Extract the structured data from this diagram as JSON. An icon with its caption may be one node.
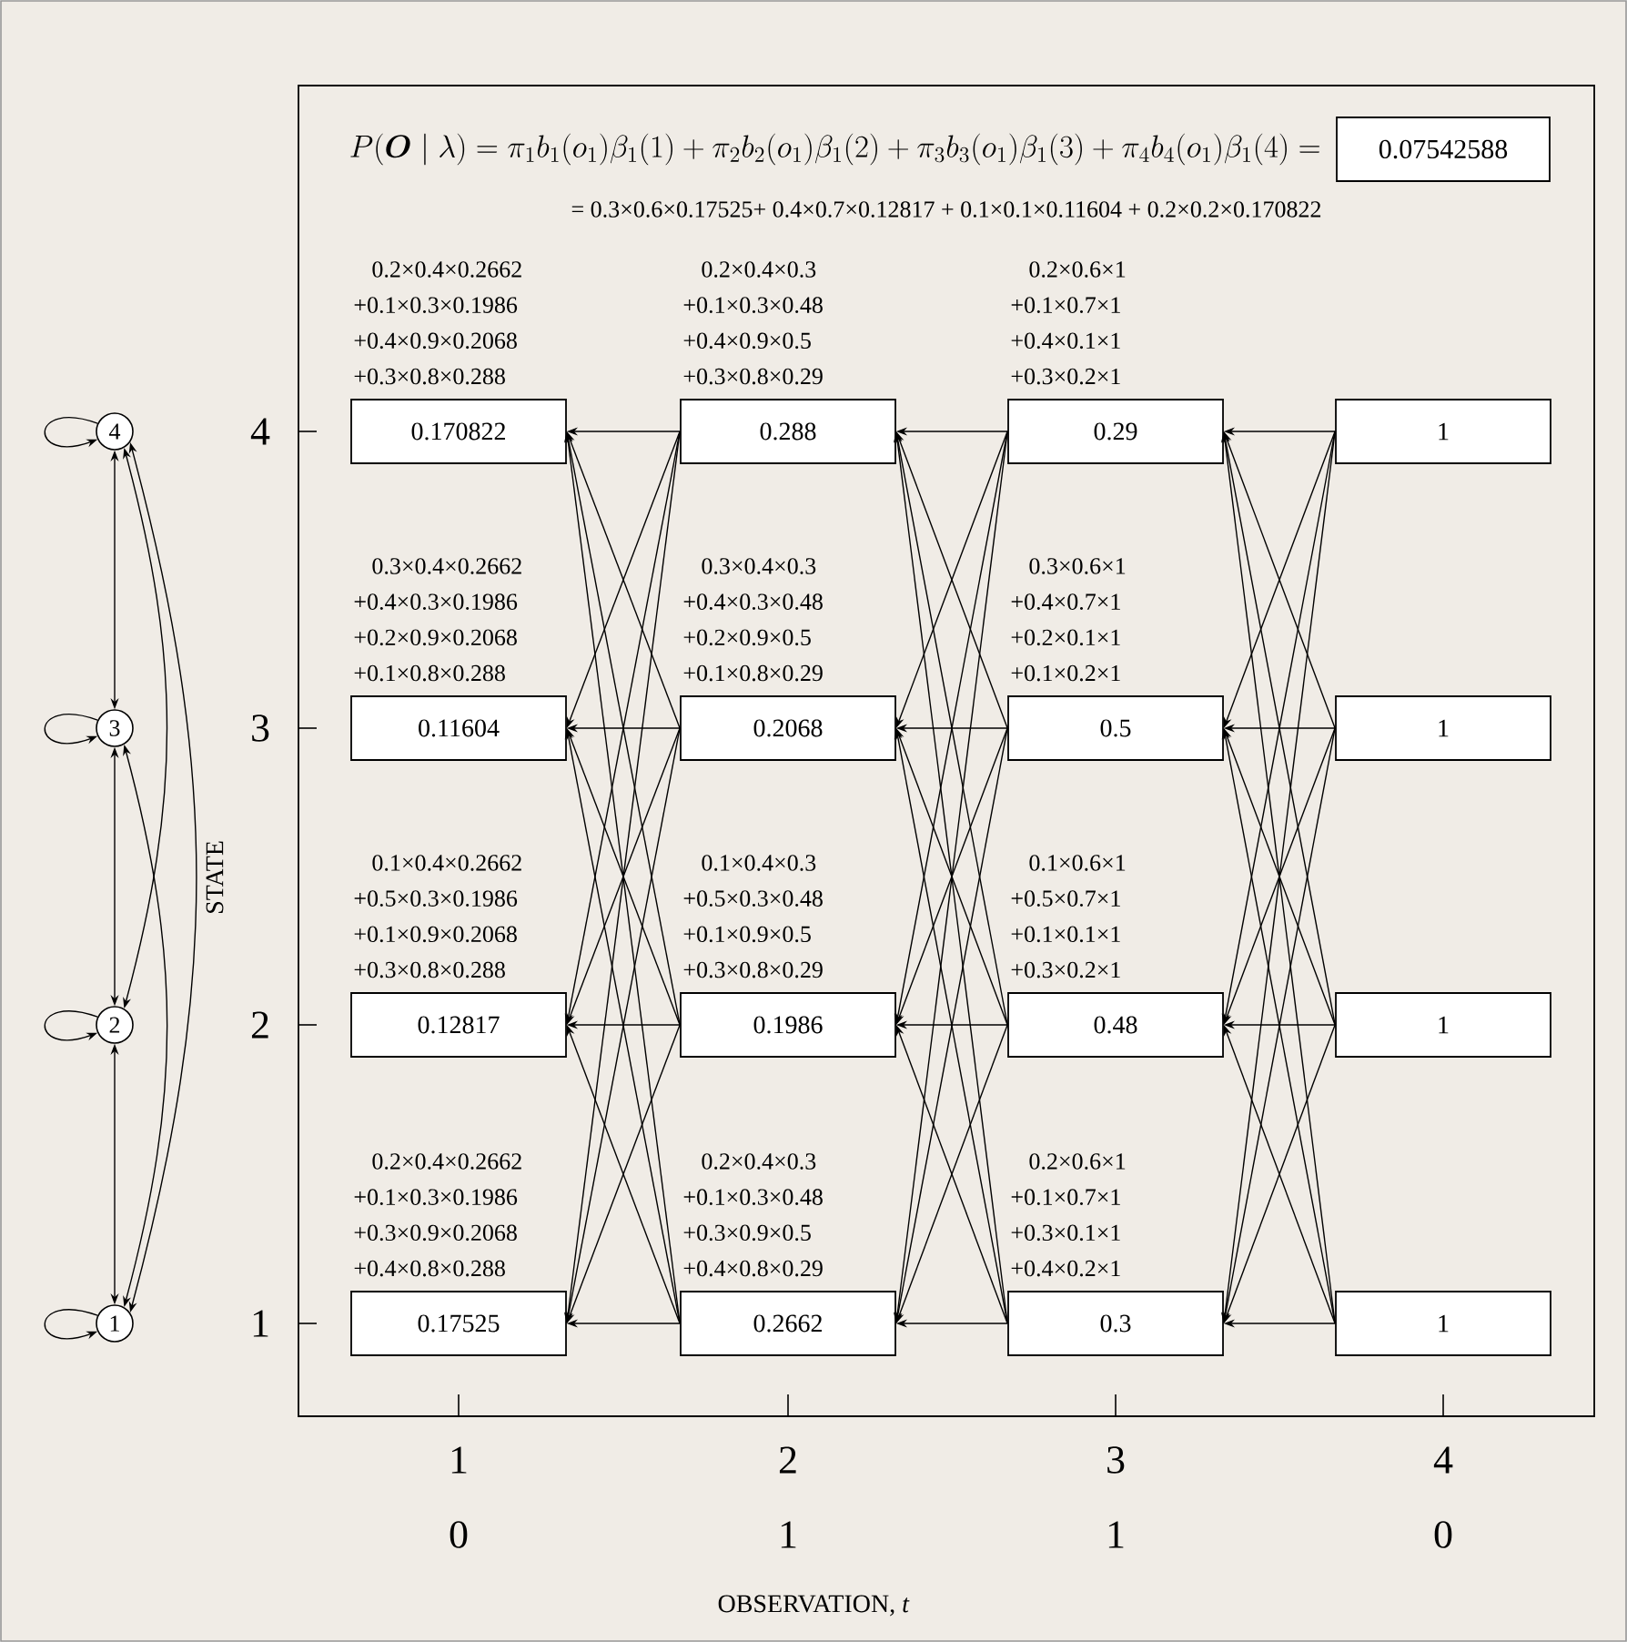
{
  "diagram": {
    "nodes": [
      {
        "text": [
          "4"
        ]
      },
      {
        "text": [
          "3"
        ]
      },
      {
        "text": [
          "2"
        ]
      },
      {
        "text": [
          "1"
        ]
      },
      {
        "text": [
          "0.07542588"
        ]
      },
      {
        "text": [
          "0.170822"
        ],
        "beside": [
          "0.2×0.4×0.2662",
          "+0.1×0.3×0.1986",
          "+0.4×0.9×0.2068",
          "+0.3×0.8×0.288"
        ]
      },
      {
        "text": [
          "0.288"
        ],
        "beside": [
          "0.2×0.4×0.3",
          "+0.1×0.3×0.48",
          "+0.4×0.9×0.5",
          "+0.3×0.8×0.29"
        ]
      },
      {
        "text": [
          "0.29"
        ],
        "beside": [
          "0.2×0.6×1",
          "+0.1×0.7×1",
          "+0.4×0.1×1",
          "+0.3×0.2×1"
        ]
      },
      {
        "text": [
          "1"
        ]
      },
      {
        "text": [
          "0.11604"
        ],
        "beside": [
          "0.3×0.4×0.2662",
          "+0.4×0.3×0.1986",
          "+0.2×0.9×0.2068",
          "+0.1×0.8×0.288"
        ]
      },
      {
        "text": [
          "0.2068"
        ],
        "beside": [
          "0.3×0.4×0.3",
          "+0.4×0.3×0.48",
          "+0.2×0.9×0.5",
          "+0.1×0.8×0.29"
        ]
      },
      {
        "text": [
          "0.5"
        ],
        "beside": [
          "0.3×0.6×1",
          "+0.4×0.7×1",
          "+0.2×0.1×1",
          "+0.1×0.2×1"
        ]
      },
      {
        "text": [
          "1"
        ]
      },
      {
        "text": [
          "0.12817"
        ],
        "beside": [
          "0.1×0.4×0.2662",
          "+0.5×0.3×0.1986",
          "+0.1×0.9×0.2068",
          "+0.3×0.8×0.288"
        ]
      },
      {
        "text": [
          "0.1986"
        ],
        "beside": [
          "0.1×0.4×0.3",
          "+0.5×0.3×0.48",
          "+0.1×0.9×0.5",
          "+0.3×0.8×0.29"
        ]
      },
      {
        "text": [
          "0.48"
        ],
        "beside": [
          "0.1×0.6×1",
          "+0.5×0.7×1",
          "+0.1×0.1×1",
          "+0.3×0.2×1"
        ]
      },
      {
        "text": [
          "1"
        ]
      },
      {
        "text": [
          "0.17525"
        ],
        "beside": [
          "0.2×0.4×0.2662",
          "+0.1×0.3×0.1986",
          "+0.3×0.9×0.2068",
          "+0.4×0.8×0.288"
        ]
      },
      {
        "text": [
          "0.2662"
        ],
        "beside": [
          "0.2×0.4×0.3",
          "+0.1×0.3×0.48",
          "+0.3×0.9×0.5",
          "+0.4×0.8×0.29"
        ]
      },
      {
        "text": [
          "0.3"
        ],
        "beside": [
          "0.2×0.6×1",
          "+0.1×0.7×1",
          "+0.3×0.1×1",
          "+0.4×0.2×1"
        ]
      },
      {
        "text": [
          "1"
        ]
      }
    ],
    "edges": [
      {
        "from": 0,
        "to": 0,
        "arrow": "to"
      },
      {
        "from": 1,
        "to": 1,
        "arrow": "to"
      },
      {
        "from": 2,
        "to": 2,
        "arrow": "to"
      },
      {
        "from": 3,
        "to": 3,
        "arrow": "to"
      },
      {
        "from": 0,
        "to": 1,
        "arrow": "both"
      },
      {
        "from": 1,
        "to": 2,
        "arrow": "both"
      },
      {
        "from": 2,
        "to": 3,
        "arrow": "both"
      },
      {
        "from": 0,
        "to": 2,
        "arrow": "both"
      },
      {
        "from": 1,
        "to": 3,
        "arrow": "both"
      },
      {
        "from": 0,
        "to": 3,
        "arrow": "both"
      },
      {
        "from": 6,
        "to": 5,
        "arrow": "to"
      },
      {
        "from": 6,
        "to": 9,
        "arrow": "to"
      },
      {
        "from": 6,
        "to": 13,
        "arrow": "to"
      },
      {
        "from": 6,
        "to": 17,
        "arrow": "to"
      },
      {
        "from": 10,
        "to": 5,
        "arrow": "to"
      },
      {
        "from": 10,
        "to": 9,
        "arrow": "to"
      },
      {
        "from": 10,
        "to": 13,
        "arrow": "to"
      },
      {
        "from": 10,
        "to": 17,
        "arrow": "to"
      },
      {
        "from": 14,
        "to": 5,
        "arrow": "to"
      },
      {
        "from": 14,
        "to": 9,
        "arrow": "to"
      },
      {
        "from": 14,
        "to": 13,
        "arrow": "to"
      },
      {
        "from": 14,
        "to": 17,
        "arrow": "to"
      },
      {
        "from": 18,
        "to": 5,
        "arrow": "to"
      },
      {
        "from": 18,
        "to": 9,
        "arrow": "to"
      },
      {
        "from": 18,
        "to": 13,
        "arrow": "to"
      },
      {
        "from": 18,
        "to": 17,
        "arrow": "to"
      },
      {
        "from": 7,
        "to": 6,
        "arrow": "to"
      },
      {
        "from": 7,
        "to": 10,
        "arrow": "to"
      },
      {
        "from": 7,
        "to": 14,
        "arrow": "to"
      },
      {
        "from": 7,
        "to": 18,
        "arrow": "to"
      },
      {
        "from": 11,
        "to": 6,
        "arrow": "to"
      },
      {
        "from": 11,
        "to": 10,
        "arrow": "to"
      },
      {
        "from": 11,
        "to": 14,
        "arrow": "to"
      },
      {
        "from": 11,
        "to": 18,
        "arrow": "to"
      },
      {
        "from": 15,
        "to": 6,
        "arrow": "to"
      },
      {
        "from": 15,
        "to": 10,
        "arrow": "to"
      },
      {
        "from": 15,
        "to": 14,
        "arrow": "to"
      },
      {
        "from": 15,
        "to": 18,
        "arrow": "to"
      },
      {
        "from": 19,
        "to": 6,
        "arrow": "to"
      },
      {
        "from": 19,
        "to": 10,
        "arrow": "to"
      },
      {
        "from": 19,
        "to": 14,
        "arrow": "to"
      },
      {
        "from": 19,
        "to": 18,
        "arrow": "to"
      },
      {
        "from": 8,
        "to": 7,
        "arrow": "to"
      },
      {
        "from": 8,
        "to": 11,
        "arrow": "to"
      },
      {
        "from": 8,
        "to": 15,
        "arrow": "to"
      },
      {
        "from": 8,
        "to": 19,
        "arrow": "to"
      },
      {
        "from": 12,
        "to": 7,
        "arrow": "to"
      },
      {
        "from": 12,
        "to": 11,
        "arrow": "to"
      },
      {
        "from": 12,
        "to": 15,
        "arrow": "to"
      },
      {
        "from": 12,
        "to": 19,
        "arrow": "to"
      },
      {
        "from": 16,
        "to": 7,
        "arrow": "to"
      },
      {
        "from": 16,
        "to": 11,
        "arrow": "to"
      },
      {
        "from": 16,
        "to": 15,
        "arrow": "to"
      },
      {
        "from": 16,
        "to": 19,
        "arrow": "to"
      },
      {
        "from": 20,
        "to": 7,
        "arrow": "to"
      },
      {
        "from": 20,
        "to": 11,
        "arrow": "to"
      },
      {
        "from": 20,
        "to": 15,
        "arrow": "to"
      },
      {
        "from": 20,
        "to": 19,
        "arrow": "to"
      }
    ],
    "labels": [
      "P(\\boldsymbol{O}\\mid\\lambda) =\\pi_1 b_1(o_1)\\beta_1(1) + \\pi_2 b_2(o_1)\\beta_1(2) + \\pi_3 b_3(o_1)\\beta_1(3) + \\pi_4 b_4(o_1)\\beta_1(4) =",
      "= 0.3×0.6×0.17525+ 0.4×0.7×0.12817 + 0.1×0.1×0.11604 + 0.2×0.2×0.170822",
      "4",
      "3",
      "2",
      "1",
      "STATE",
      "1",
      "2",
      "3",
      "4",
      "0",
      "1",
      "1",
      "0",
      "OBSERVATION, *t*"
    ]
  }
}
